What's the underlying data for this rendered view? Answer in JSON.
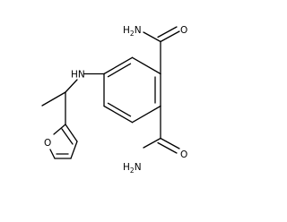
{
  "molecule": {
    "labels": {
      "amide_top_n": "H2N",
      "amide_top_o": "O",
      "amine_nh": "HN",
      "amide_bottom_n": "H2N",
      "amide_bottom_o": "O",
      "furan_o": "O"
    }
  }
}
